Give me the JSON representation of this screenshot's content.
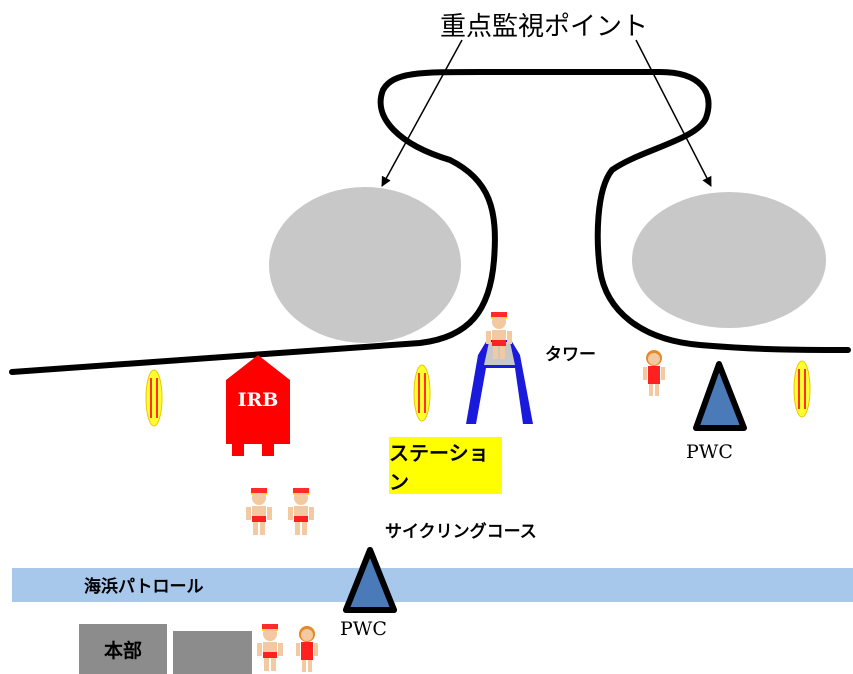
{
  "title": "重点監視ポイント",
  "labels": {
    "tower": "タワー",
    "station": "ステーション",
    "irb": "IRB",
    "pwc_right": "PWC",
    "pwc_bottom": "PWC",
    "cycling_course": "サイクリングコース",
    "beach_patrol": "海浜パトロール",
    "headquarters": "本部"
  },
  "colors": {
    "rock": "#c8c8c8",
    "irb": "#ff0000",
    "station": "#ffff00",
    "patrol_band": "#a7c7eb",
    "pwc": "#4a7ab8",
    "tower": "#1a1adc",
    "buoy": "#ffff30",
    "building": "#8c8c8c"
  }
}
